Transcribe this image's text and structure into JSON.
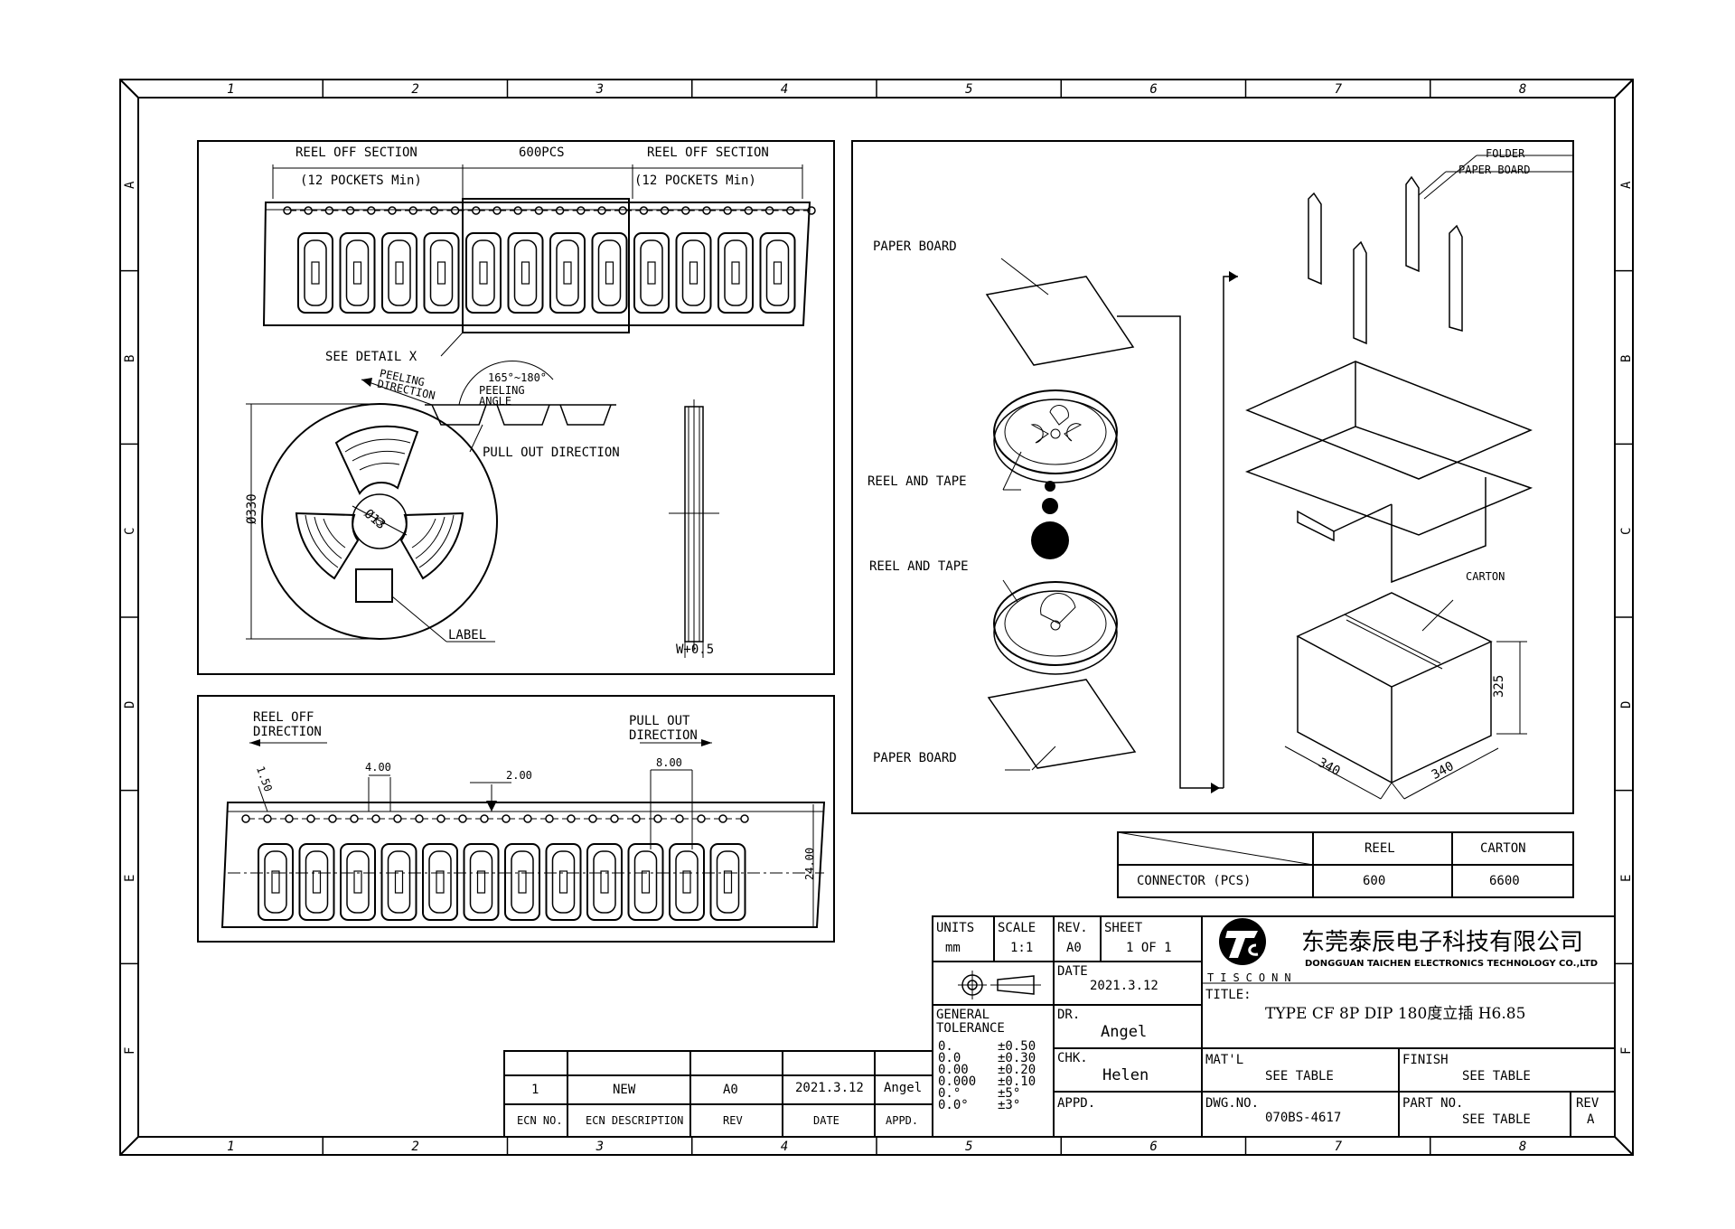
{
  "border": {
    "columns": [
      "1",
      "2",
      "3",
      "4",
      "5",
      "6",
      "7",
      "8"
    ],
    "rows": [
      "A",
      "B",
      "C",
      "D",
      "E",
      "F"
    ]
  },
  "reel_view": {
    "reel_off_section_left": "REEL OFF SECTION",
    "pockets_min_left": "(12 POCKETS Min)",
    "count_middle": "600PCS",
    "reel_off_section_right": "REEL OFF SECTION",
    "pockets_min_right": "(12 POCKETS Min)",
    "see_detail": "SEE DETAIL X",
    "peeling_direction": "PEELING DIRECTION",
    "peeling_angle_range": "165°~180°",
    "peeling_angle_label": "PEELING ANGLE",
    "pull_out_direction": "PULL OUT DIRECTION",
    "reel_diameter": "Ø330",
    "hub_diameter": "Ø13",
    "label": "LABEL",
    "width_dim": "W+0.5"
  },
  "tape_detail": {
    "reel_off_direction": "REEL OFF DIRECTION",
    "pull_out_direction": "PULL OUT DIRECTION",
    "dim_150": "1.50",
    "dim_400": "4.00",
    "dim_200": "2.00",
    "dim_800": "8.00",
    "dim_2400": "24.00"
  },
  "packing": {
    "paper_board_top": "PAPER BOARD",
    "folder": "FOLDER",
    "folder_paper_board": "PAPER BOARD",
    "reel_and_tape_1": "REEL AND TAPE",
    "reel_and_tape_2": "REEL AND TAPE",
    "paper_board_bottom": "PAPER BOARD",
    "carton": "CARTON",
    "carton_height": "325",
    "carton_length": "340",
    "carton_width": "340"
  },
  "qty_table": {
    "headers": [
      "REEL",
      "CARTON"
    ],
    "row_label": "CONNECTOR (PCS)",
    "reel_qty": "600",
    "carton_qty": "6600"
  },
  "revision_table": {
    "ecn": "1",
    "description": "NEW",
    "rev": "A0",
    "date": "2021.3.12",
    "appd": "Angel",
    "headers": [
      "ECN NO.",
      "ECN  DESCRIPTION",
      "REV",
      "DATE",
      "APPD."
    ]
  },
  "title_block": {
    "units_label": "UNITS",
    "units": "mm",
    "scale_label": "SCALE",
    "scale": "1:1",
    "rev_label": "REV.",
    "rev": "A0",
    "sheet_label": "SHEET",
    "sheet": "1 OF 1",
    "company_cn": "东莞泰辰电子科技有限公司",
    "company_en": "DONGGUAN TAICHEN ELECTRONICS TECHNOLOGY CO.,LTD",
    "logo_text": "TISCONN",
    "date_label": "DATE",
    "date": "2021.3.12",
    "title_label": "TITLE:",
    "title": "TYPE CF 8P DIP 180度立插 H6.85",
    "general_tolerance": "GENERAL TOLERANCE",
    "tol_0": "0.",
    "tol_0_val": "±0.50",
    "tol_1": "0.0",
    "tol_1_val": "±0.30",
    "tol_2": "0.00",
    "tol_2_val": "±0.20",
    "tol_3": "0.000",
    "tol_3_val": "±0.10",
    "tol_4": "0.°",
    "tol_4_val": "±5°",
    "tol_5": "0.0°",
    "tol_5_val": "±3°",
    "dr_label": "DR.",
    "dr": "Angel",
    "chk_label": "CHK.",
    "chk": "Helen",
    "appd_label": "APPD.",
    "matl_label": "MAT'L",
    "matl": "SEE TABLE",
    "finish_label": "FINISH",
    "finish": "SEE TABLE",
    "dwg_label": "DWG.NO.",
    "dwg": "070BS-4617",
    "part_label": "PART NO.",
    "part": "SEE TABLE",
    "rev2_label": "REV",
    "rev2": "A"
  }
}
